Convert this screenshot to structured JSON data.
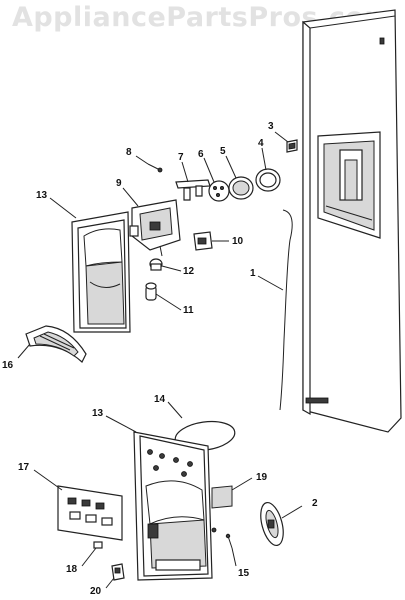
{
  "watermark": "AppliancePartsPros.com",
  "callouts": [
    {
      "id": "1",
      "label": "1"
    },
    {
      "id": "2",
      "label": "2"
    },
    {
      "id": "3",
      "label": "3"
    },
    {
      "id": "4",
      "label": "4"
    },
    {
      "id": "5",
      "label": "5"
    },
    {
      "id": "6",
      "label": "6"
    },
    {
      "id": "7",
      "label": "7"
    },
    {
      "id": "8",
      "label": "8"
    },
    {
      "id": "9",
      "label": "9"
    },
    {
      "id": "10",
      "label": "10"
    },
    {
      "id": "11",
      "label": "11"
    },
    {
      "id": "12",
      "label": "12"
    },
    {
      "id": "13a",
      "label": "13"
    },
    {
      "id": "13b",
      "label": "13"
    },
    {
      "id": "14",
      "label": "14"
    },
    {
      "id": "15",
      "label": "15"
    },
    {
      "id": "16",
      "label": "16"
    },
    {
      "id": "17",
      "label": "17"
    },
    {
      "id": "18",
      "label": "18"
    },
    {
      "id": "19",
      "label": "19"
    },
    {
      "id": "20",
      "label": "20"
    }
  ]
}
